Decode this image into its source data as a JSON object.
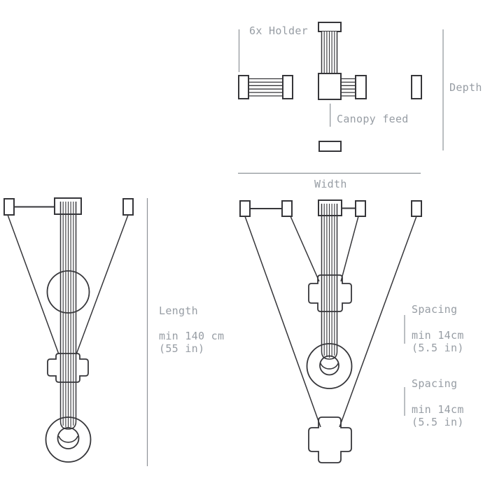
{
  "background": "#ffffff",
  "colors": {
    "drawing_line": "#36363a",
    "dimension_line": "#8d9298",
    "label_text": "#979da4"
  },
  "top_view": {
    "holder_label": "6x Holder",
    "canopy_feed_label": "Canopy feed",
    "depth_label": "Depth"
  },
  "dimensions": {
    "width": {
      "label": "Width"
    },
    "length": {
      "label": "Length",
      "min_metric": "min 140 cm",
      "min_imperial": "(55 in)"
    },
    "spacing_upper": {
      "label": "Spacing",
      "min_metric": "min 14cm",
      "min_imperial": "(5.5 in)"
    },
    "spacing_lower": {
      "label": "Spacing",
      "min_metric": "min 14cm",
      "min_imperial": "(5.5 in)"
    }
  }
}
